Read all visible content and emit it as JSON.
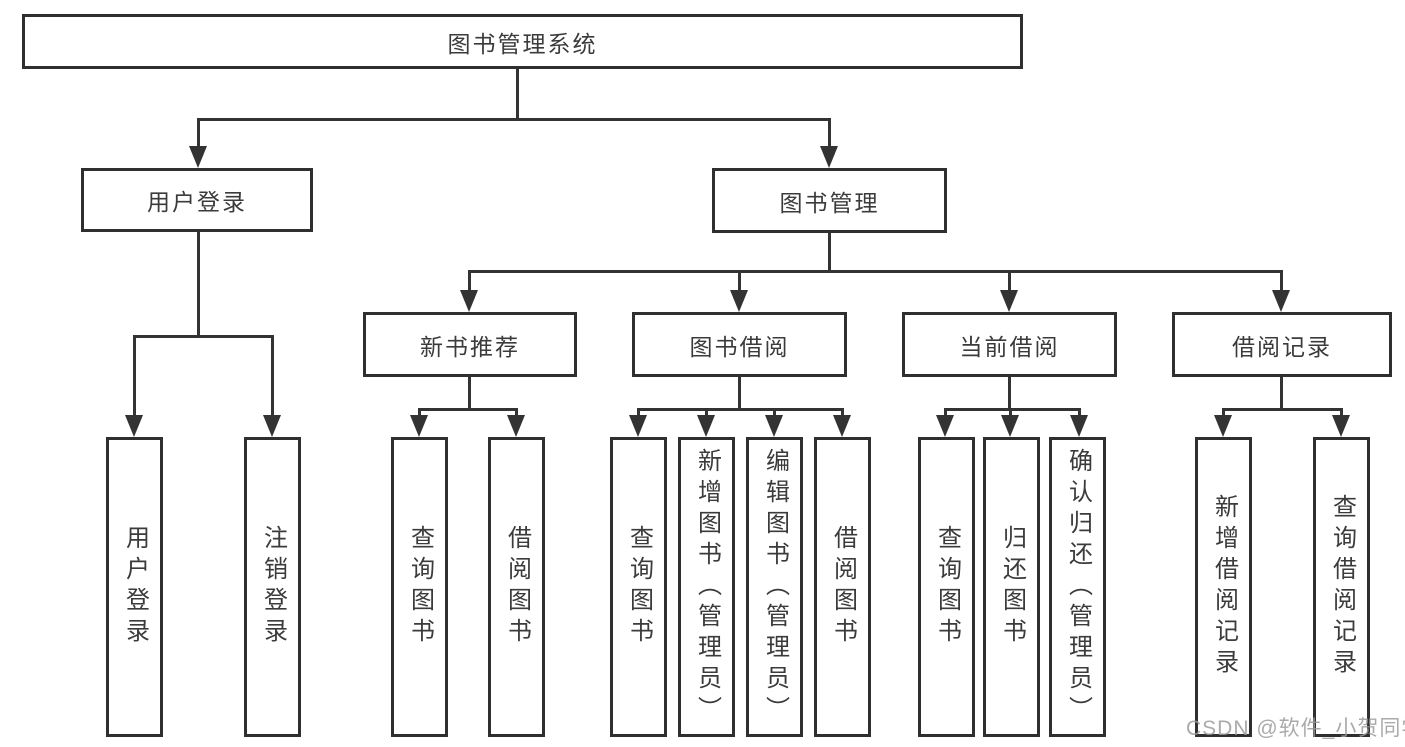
{
  "diagram": {
    "title": "图书管理系统",
    "root": {
      "label": "图书管理系统"
    },
    "level2": [
      {
        "label": "用户登录"
      },
      {
        "label": "图书管理"
      }
    ],
    "level3": [
      {
        "label": "新书推荐"
      },
      {
        "label": "图书借阅"
      },
      {
        "label": "当前借阅"
      },
      {
        "label": "借阅记录"
      }
    ],
    "leaves": {
      "user_login": [
        "用户登录",
        "注销登录"
      ],
      "new_book": [
        "查询图书",
        "借阅图书"
      ],
      "book_borrow": [
        "查询图书",
        "新增图书（管理员）",
        "编辑图书（管理员）",
        "借阅图书"
      ],
      "current_borrow": [
        "查询图书",
        "归还图书",
        "确认归还（管理员）"
      ],
      "borrow_record": [
        "新增借阅记录",
        "查询借阅记录"
      ]
    }
  },
  "watermark": {
    "text": "CSDN @软件_小贺同学",
    "color": "#9c9c9c"
  },
  "colors": {
    "line": "#333333",
    "border": "#2f2f2f",
    "box_bg": "#ffffff",
    "text": "#3b3b3b"
  }
}
